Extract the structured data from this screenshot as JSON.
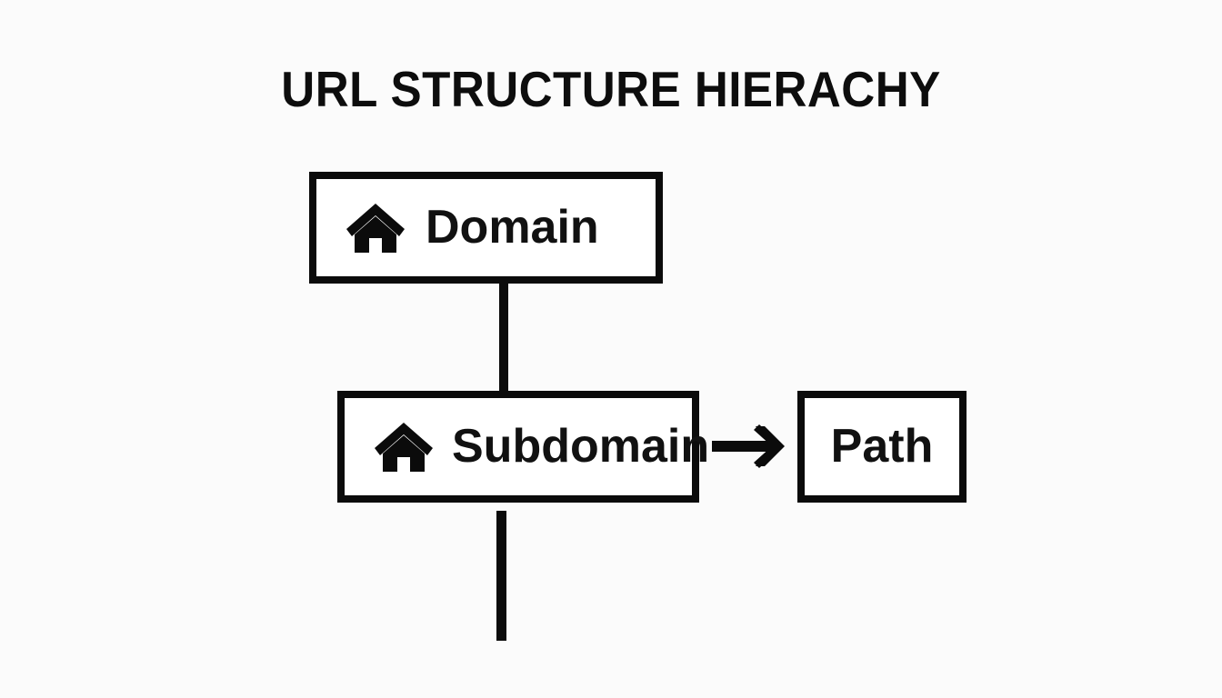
{
  "diagram": {
    "title": "URL STRUCTURE HIERACHY",
    "background_color": "#fbfbfb",
    "stroke_color": "#0b0b0b",
    "text_color": "#111111",
    "box_fill_color": "#ffffff",
    "nodes": [
      {
        "id": "domain",
        "label": "Domain",
        "icon": "home-icon",
        "has_icon": true
      },
      {
        "id": "subdomain",
        "label": "Subdomain",
        "icon": "home-icon",
        "has_icon": true
      },
      {
        "id": "path",
        "label": "Path",
        "icon": "",
        "has_icon": false
      }
    ],
    "connectors": [
      {
        "id": "domain-to-subdomain",
        "type": "vertical-line",
        "from": "domain",
        "to": "subdomain"
      },
      {
        "id": "subdomain-to-path",
        "type": "arrow-right",
        "from": "subdomain",
        "to": "path"
      },
      {
        "id": "subdomain-downward",
        "type": "vertical-line",
        "from": "subdomain",
        "to": ""
      }
    ]
  }
}
